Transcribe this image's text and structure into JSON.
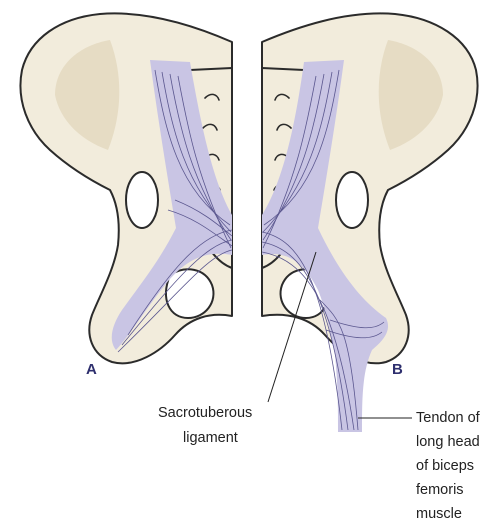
{
  "panels": {
    "a_label": "A",
    "b_label": "B"
  },
  "callouts": {
    "sacrotuberous_line1": "Sacrotuberous",
    "sacrotuberous_line2": "ligament",
    "tendon_line1": "Tendon of",
    "tendon_line2": "long head",
    "tendon_line3": "of biceps",
    "tendon_line4": "femoris",
    "tendon_line5": "muscle"
  },
  "colors": {
    "bone": "#f2ecdc",
    "ligament": "#c9c5e4",
    "fibre": "#5b578f",
    "panel_label": "#2e2f6e"
  }
}
